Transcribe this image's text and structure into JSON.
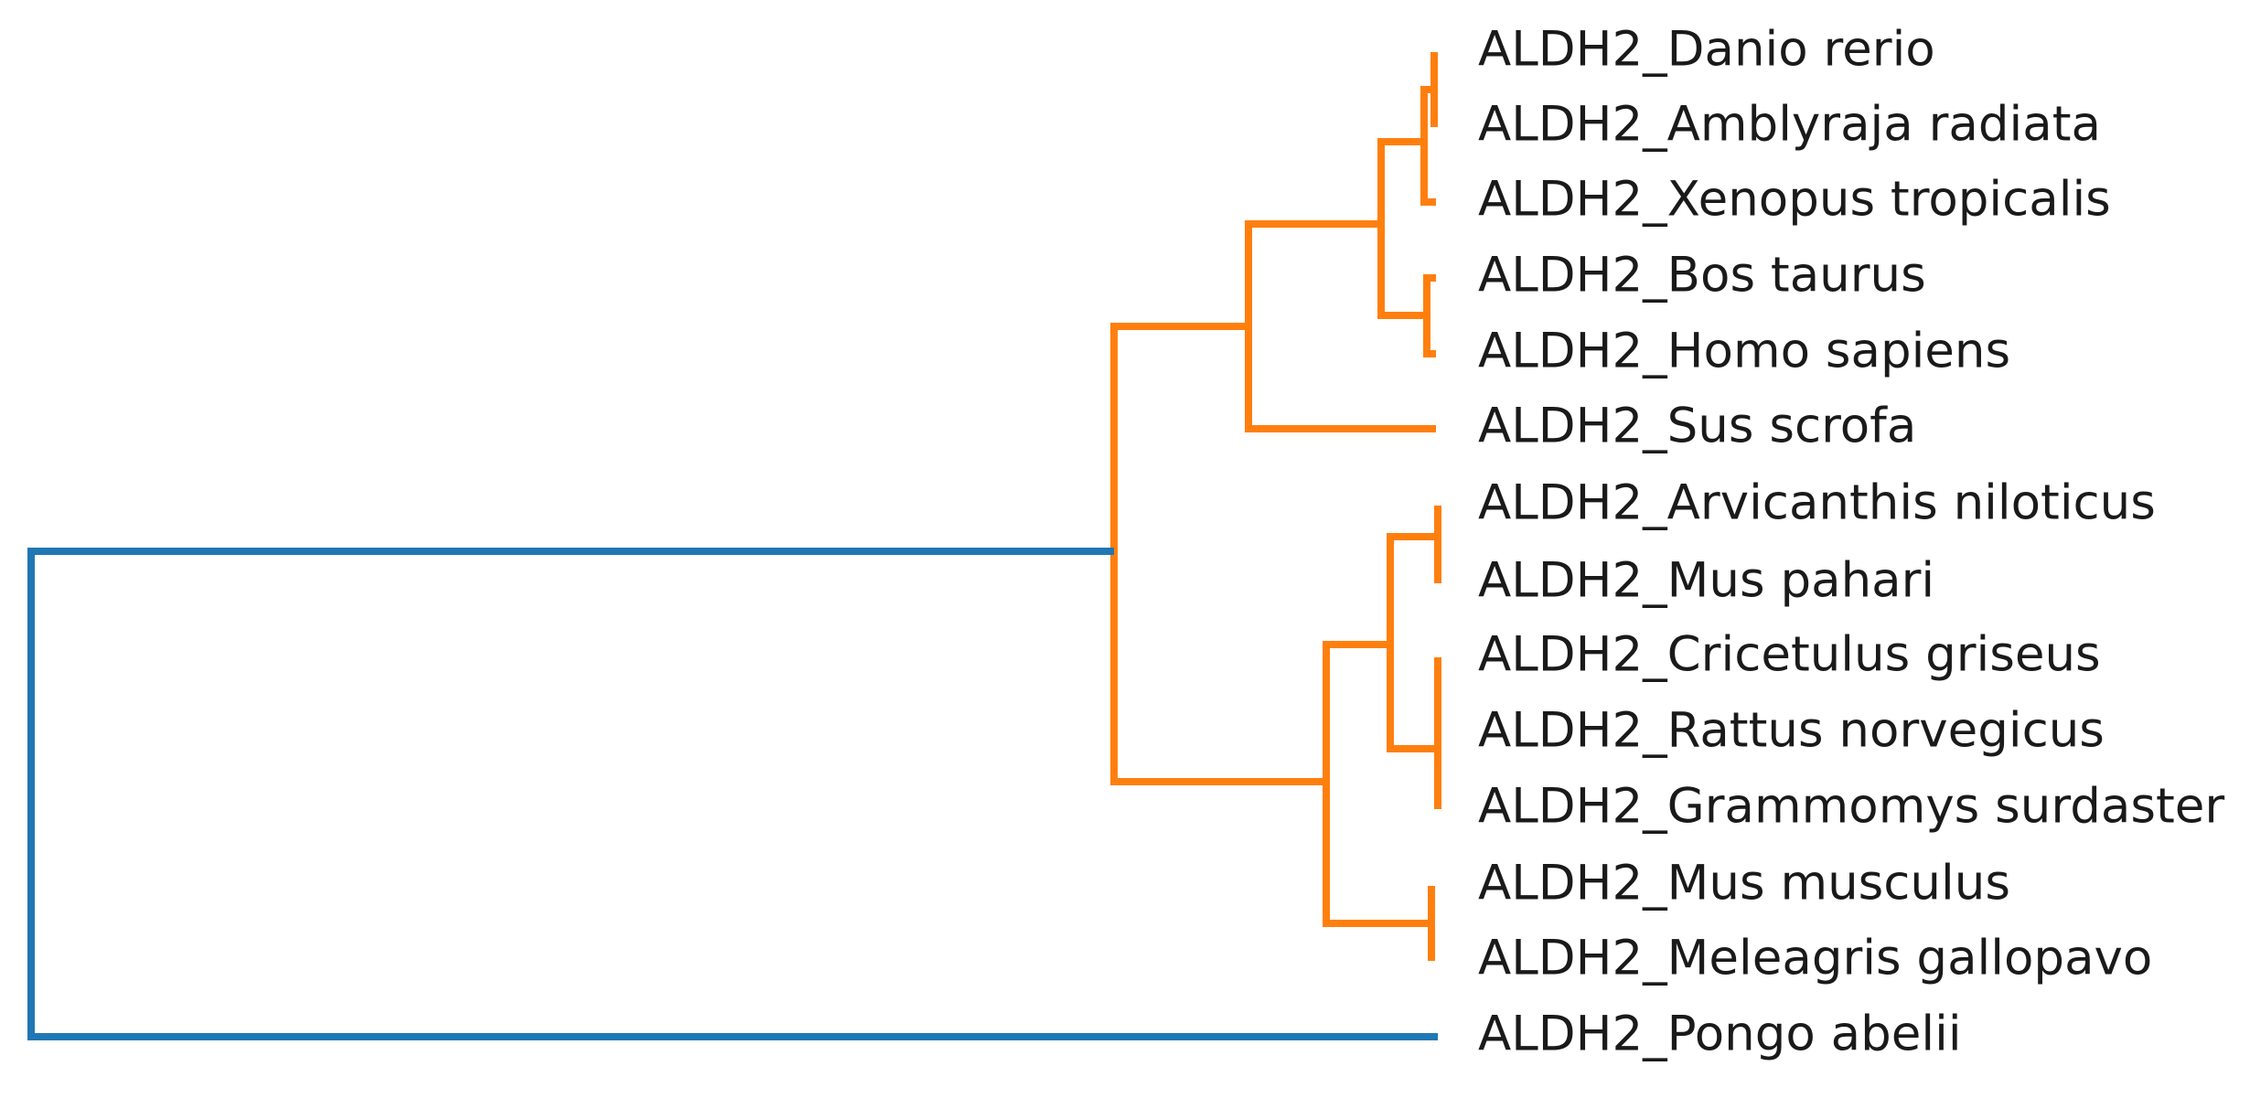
{
  "colors": {
    "clade_primary": "#ff7f0e",
    "clade_root": "#1f77b4",
    "label_text": "#1a1a1a"
  },
  "leaves": [
    "ALDH2_Danio rerio",
    "ALDH2_Amblyraja radiata",
    "ALDH2_Xenopus tropicalis",
    "ALDH2_Bos taurus",
    "ALDH2_Homo sapiens",
    "ALDH2_Sus scrofa",
    "ALDH2_Arvicanthis niloticus",
    "ALDH2_Mus pahari",
    "ALDH2_Cricetulus griseus",
    "ALDH2_Rattus norvegicus",
    "ALDH2_Grammomys surdaster",
    "ALDH2_Mus musculus",
    "ALDH2_Meleagris gallopavo",
    "ALDH2_Pongo abelii"
  ]
}
